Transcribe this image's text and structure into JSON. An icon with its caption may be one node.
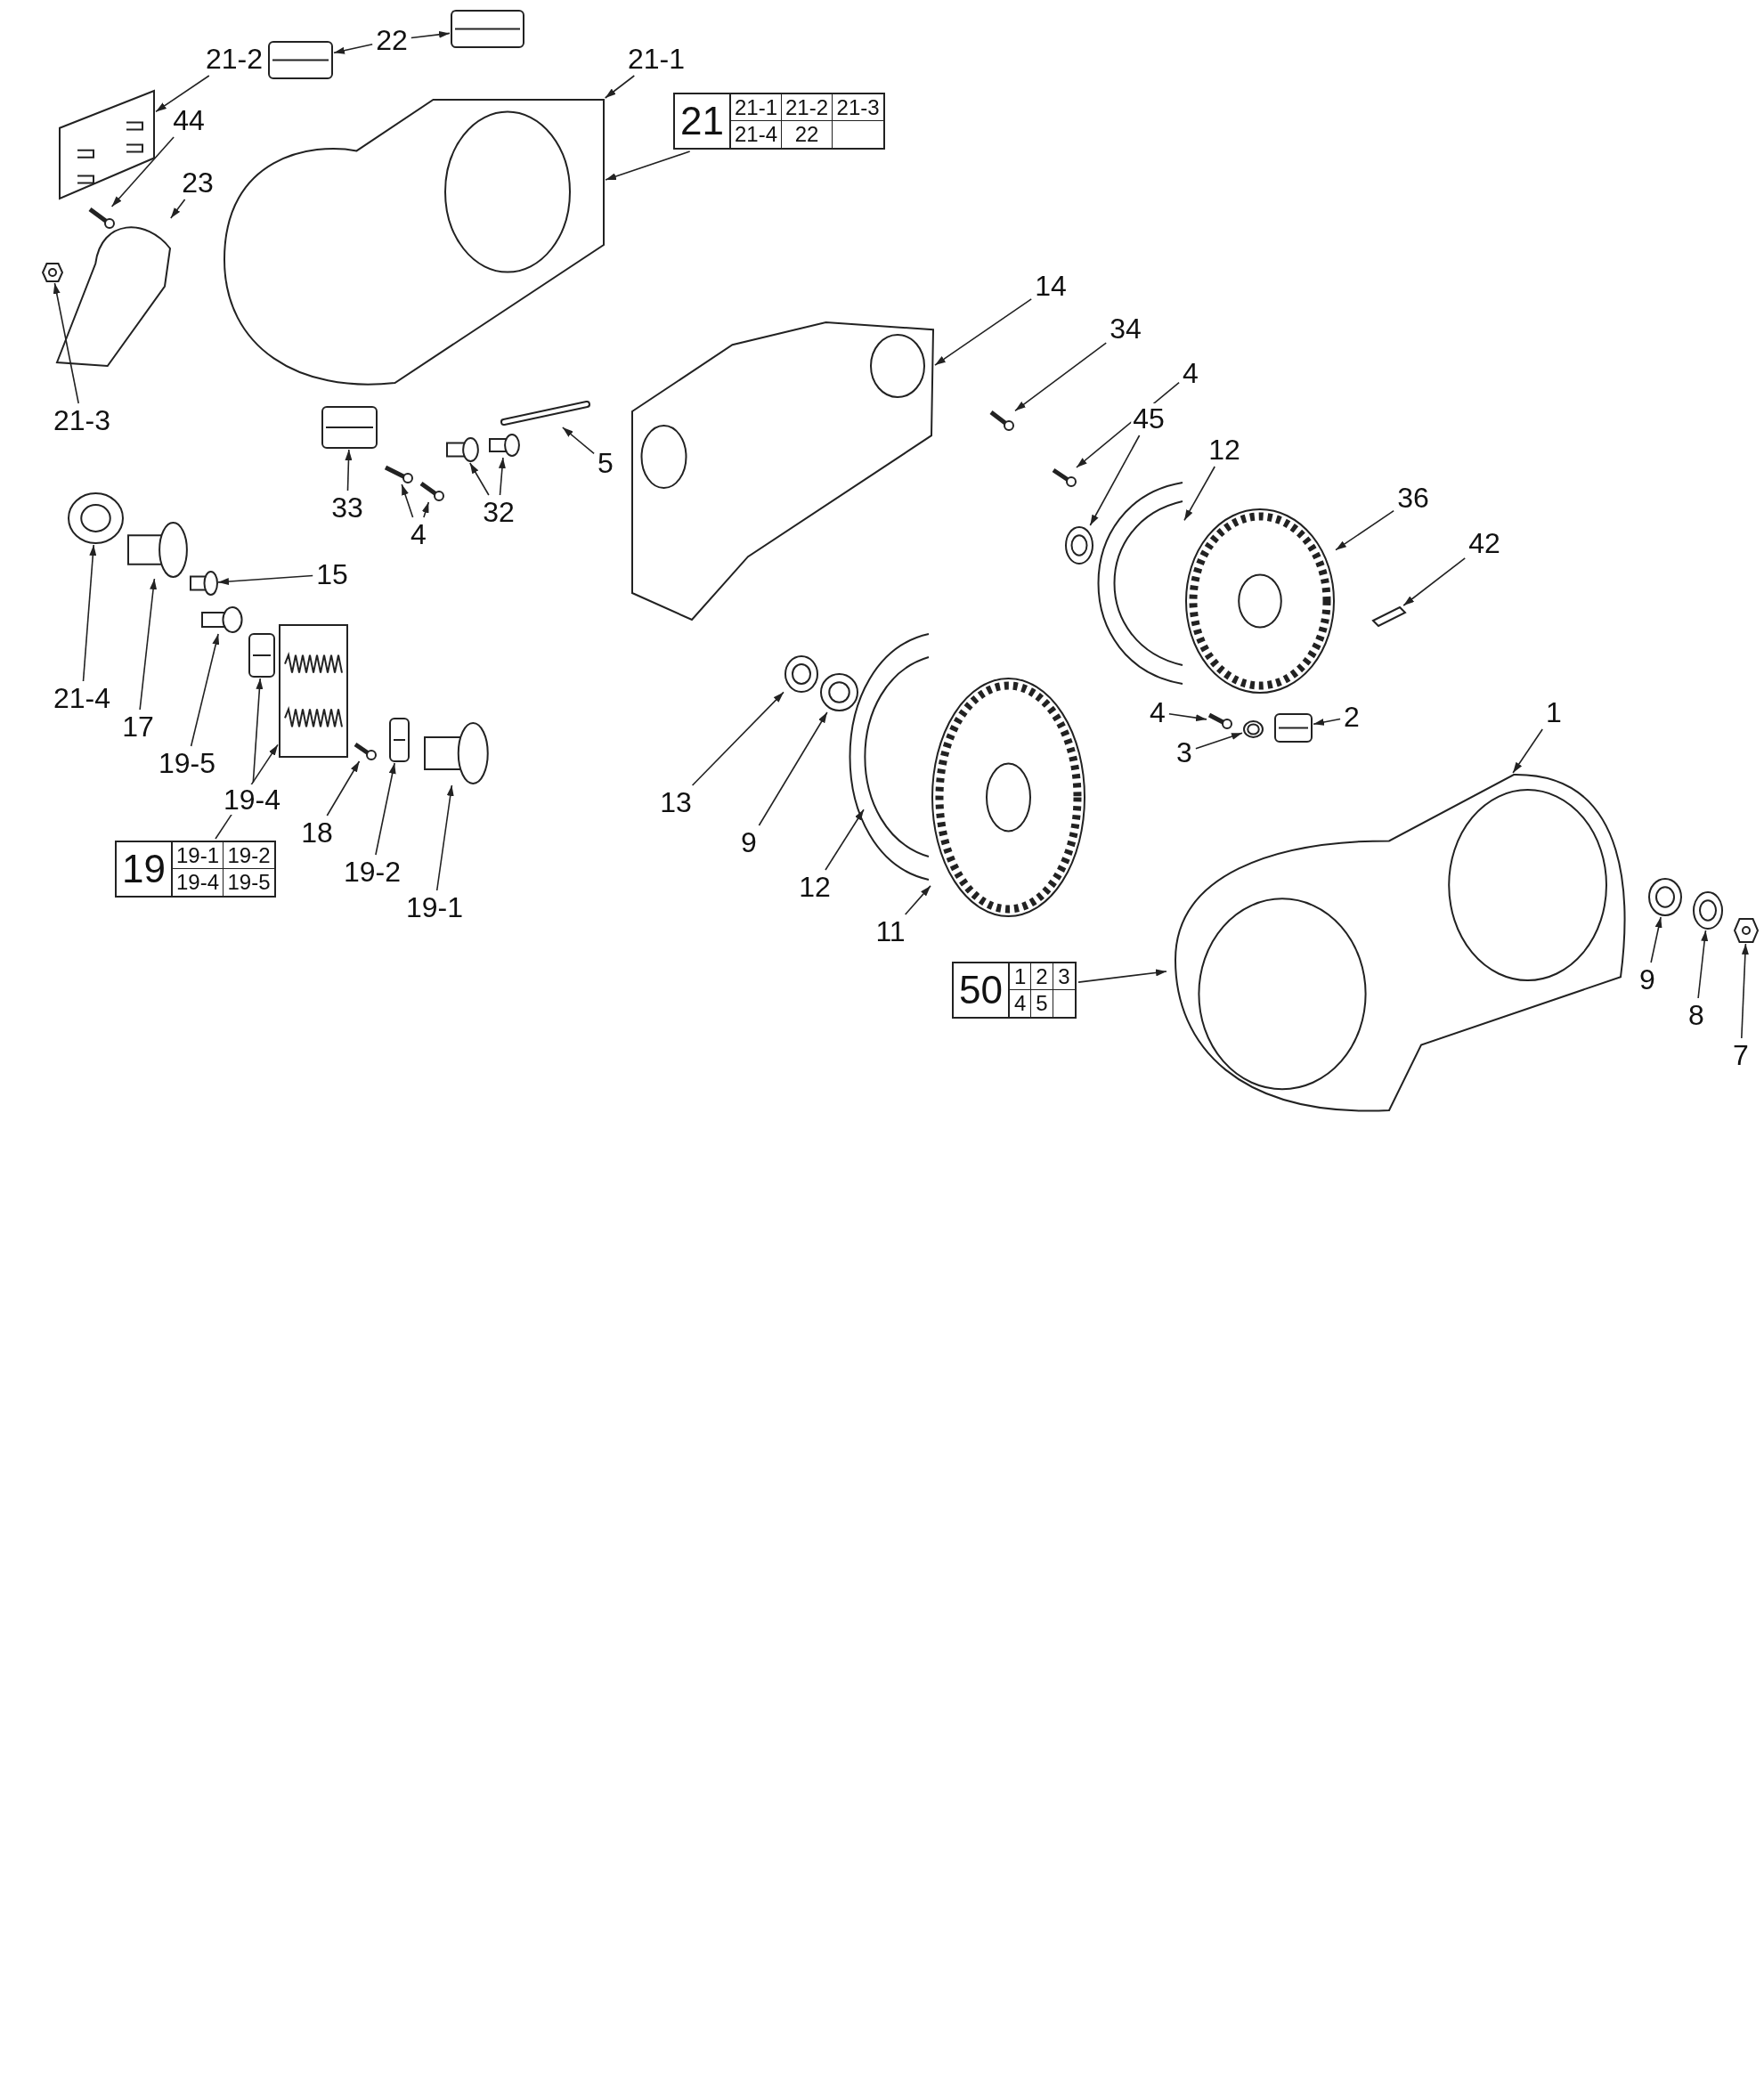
{
  "diagram": {
    "nodes": [
      {
        "text": [
          "21-2"
        ]
      },
      {
        "text": [],
        "shape": "picture"
      },
      {
        "text": [
          "22"
        ]
      },
      {
        "text": [],
        "shape": "picture"
      },
      {
        "text": [],
        "shape": "picture"
      },
      {
        "text": [
          "21-1"
        ]
      },
      {
        "text": [],
        "shape": "picture"
      },
      {
        "text": [
          "21",
          "21-1",
          "21-2",
          "21-3",
          "21-4",
          "22"
        ]
      },
      {
        "text": [
          "44"
        ]
      },
      {
        "text": [],
        "shape": "picture"
      },
      {
        "text": [
          "23"
        ]
      },
      {
        "text": [],
        "shape": "picture"
      },
      {
        "text": [
          "21-3"
        ]
      },
      {
        "text": [],
        "shape": "picture"
      },
      {
        "text": [
          "5"
        ]
      },
      {
        "text": [],
        "shape": "picture"
      },
      {
        "text": [
          "32"
        ]
      },
      {
        "text": [],
        "shape": "picture"
      },
      {
        "text": [],
        "shape": "picture"
      },
      {
        "text": [
          "4"
        ]
      },
      {
        "text": [],
        "shape": "picture"
      },
      {
        "text": [],
        "shape": "picture"
      },
      {
        "text": [
          "33"
        ]
      },
      {
        "text": [],
        "shape": "picture"
      },
      {
        "text": [
          "14"
        ]
      },
      {
        "text": [],
        "shape": "picture"
      },
      {
        "text": [
          "34"
        ]
      },
      {
        "text": [],
        "shape": "picture"
      },
      {
        "text": [
          "4"
        ]
      },
      {
        "text": [],
        "shape": "picture"
      },
      {
        "text": [
          "45"
        ]
      },
      {
        "text": [],
        "shape": "picture"
      },
      {
        "text": [
          "12"
        ]
      },
      {
        "text": [],
        "shape": "picture"
      },
      {
        "text": [
          "36"
        ]
      },
      {
        "text": [],
        "shape": "picture"
      },
      {
        "text": [
          "42"
        ]
      },
      {
        "text": [],
        "shape": "picture"
      },
      {
        "text": [
          "1"
        ]
      },
      {
        "text": [],
        "shape": "picture"
      },
      {
        "text": [
          "50",
          "1",
          "2",
          "3",
          "4",
          "5"
        ]
      },
      {
        "text": [
          "4"
        ]
      },
      {
        "text": [],
        "shape": "picture"
      },
      {
        "text": [
          "3"
        ]
      },
      {
        "text": [],
        "shape": "picture"
      },
      {
        "text": [
          "2"
        ]
      },
      {
        "text": [],
        "shape": "picture"
      },
      {
        "text": [
          "9"
        ]
      },
      {
        "text": [],
        "shape": "picture"
      },
      {
        "text": [
          "8"
        ]
      },
      {
        "text": [],
        "shape": "picture"
      },
      {
        "text": [
          "7"
        ]
      },
      {
        "text": [],
        "shape": "picture"
      },
      {
        "text": [
          "21-4"
        ]
      },
      {
        "text": [],
        "shape": "picture"
      },
      {
        "text": [
          "17"
        ]
      },
      {
        "text": [],
        "shape": "picture"
      },
      {
        "text": [
          "15"
        ]
      },
      {
        "text": [],
        "shape": "picture"
      },
      {
        "text": [
          "19-5"
        ]
      },
      {
        "text": [],
        "shape": "picture"
      },
      {
        "text": [
          "19-4"
        ]
      },
      {
        "text": [],
        "shape": "picture"
      },
      {
        "text": [
          "19-2"
        ]
      },
      {
        "text": [],
        "shape": "picture"
      },
      {
        "text": [
          "18"
        ]
      },
      {
        "text": [],
        "shape": "picture"
      },
      {
        "text": [
          "19-1"
        ]
      },
      {
        "text": [],
        "shape": "picture"
      },
      {
        "text": [
          "19",
          "19-1",
          "19-2",
          "19-4",
          "19-5"
        ]
      },
      {
        "text": [],
        "shape": "picture"
      },
      {
        "text": [
          "13"
        ]
      },
      {
        "text": [],
        "shape": "picture"
      },
      {
        "text": [
          "9"
        ]
      },
      {
        "text": [],
        "shape": "picture"
      },
      {
        "text": [
          "12"
        ]
      },
      {
        "text": [],
        "shape": "picture"
      },
      {
        "text": [
          "11"
        ]
      },
      {
        "text": [],
        "shape": "picture"
      }
    ],
    "edges": [
      {
        "from": 0,
        "to": 1,
        "arrow": "to"
      },
      {
        "from": 2,
        "to": 3,
        "arrow": "to"
      },
      {
        "from": 2,
        "to": 4,
        "arrow": "to"
      },
      {
        "from": 5,
        "to": 6,
        "arrow": "to"
      },
      {
        "from": 7,
        "to": 6,
        "arrow": "to"
      },
      {
        "from": 8,
        "to": 9,
        "arrow": "to"
      },
      {
        "from": 10,
        "to": 11,
        "arrow": "to"
      },
      {
        "from": 12,
        "to": 13,
        "arrow": "to"
      },
      {
        "from": 14,
        "to": 15,
        "arrow": "to"
      },
      {
        "from": 16,
        "to": 17,
        "arrow": "to"
      },
      {
        "from": 16,
        "to": 18,
        "arrow": "to"
      },
      {
        "from": 19,
        "to": 20,
        "arrow": "to"
      },
      {
        "from": 19,
        "to": 21,
        "arrow": "to"
      },
      {
        "from": 22,
        "to": 23,
        "arrow": "to"
      },
      {
        "from": 24,
        "to": 25,
        "arrow": "to"
      },
      {
        "from": 26,
        "to": 27,
        "arrow": "to"
      },
      {
        "from": 28,
        "to": 29,
        "arrow": "to"
      },
      {
        "from": 30,
        "to": 31,
        "arrow": "to"
      },
      {
        "from": 32,
        "to": 33,
        "arrow": "to"
      },
      {
        "from": 34,
        "to": 35,
        "arrow": "to"
      },
      {
        "from": 36,
        "to": 37,
        "arrow": "to"
      },
      {
        "from": 38,
        "to": 39,
        "arrow": "to"
      },
      {
        "from": 40,
        "to": 39,
        "arrow": "to"
      },
      {
        "from": 41,
        "to": 42,
        "arrow": "to"
      },
      {
        "from": 43,
        "to": 44,
        "arrow": "to"
      },
      {
        "from": 45,
        "to": 46,
        "arrow": "to"
      },
      {
        "from": 47,
        "to": 48,
        "arrow": "to"
      },
      {
        "from": 49,
        "to": 50,
        "arrow": "to"
      },
      {
        "from": 51,
        "to": 52,
        "arrow": "to"
      },
      {
        "from": 53,
        "to": 54,
        "arrow": "to"
      },
      {
        "from": 55,
        "to": 56,
        "arrow": "to"
      },
      {
        "from": 57,
        "to": 58,
        "arrow": "to"
      },
      {
        "from": 59,
        "to": 60,
        "arrow": "to"
      },
      {
        "from": 61,
        "to": 62,
        "arrow": "to"
      },
      {
        "from": 63,
        "to": 64,
        "arrow": "to"
      },
      {
        "from": 65,
        "to": 66,
        "arrow": "to"
      },
      {
        "from": 67,
        "to": 68,
        "arrow": "to"
      },
      {
        "from": 69,
        "to": 70,
        "arrow": "to"
      },
      {
        "from": 71,
        "to": 72,
        "arrow": "to"
      },
      {
        "from": 73,
        "to": 74,
        "arrow": "to"
      },
      {
        "from": 75,
        "to": 76,
        "arrow": "to"
      },
      {
        "from": 77,
        "to": 78,
        "arrow": "to"
      }
    ]
  }
}
